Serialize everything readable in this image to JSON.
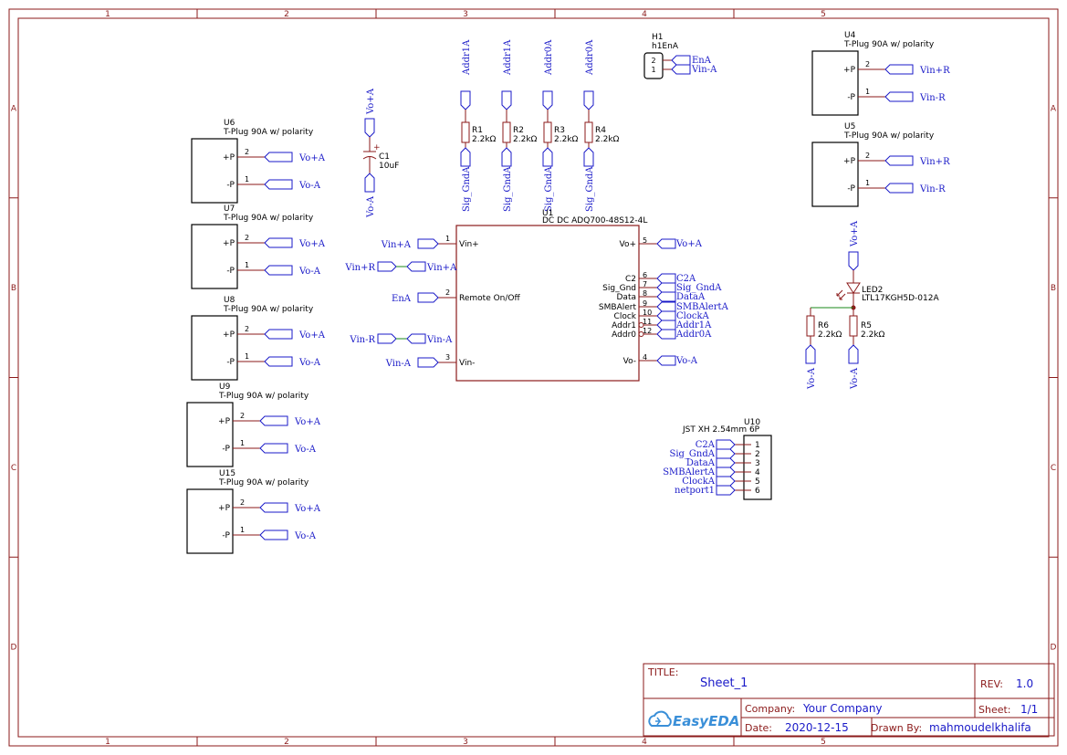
{
  "frame": {
    "columns": [
      "1",
      "2",
      "3",
      "4",
      "5"
    ],
    "rows": [
      "A",
      "B",
      "C",
      "D"
    ]
  },
  "plugs": [
    {
      "ref": "U6",
      "value": "T-Plug 90A w/ polarity",
      "pins": [
        {
          "num": "2",
          "name": "+P",
          "net": "Vo+A"
        },
        {
          "num": "1",
          "name": "-P",
          "net": "Vo-A"
        }
      ]
    },
    {
      "ref": "U7",
      "value": "T-Plug 90A w/ polarity",
      "pins": [
        {
          "num": "2",
          "name": "+P",
          "net": "Vo+A"
        },
        {
          "num": "1",
          "name": "-P",
          "net": "Vo-A"
        }
      ]
    },
    {
      "ref": "U8",
      "value": "T-Plug 90A w/ polarity",
      "pins": [
        {
          "num": "2",
          "name": "+P",
          "net": "Vo+A"
        },
        {
          "num": "1",
          "name": "-P",
          "net": "Vo-A"
        }
      ]
    },
    {
      "ref": "U9",
      "value": "T-Plug 90A w/ polarity",
      "pins": [
        {
          "num": "2",
          "name": "+P",
          "net": "Vo+A"
        },
        {
          "num": "1",
          "name": "-P",
          "net": "Vo-A"
        }
      ]
    },
    {
      "ref": "U15",
      "value": "T-Plug 90A w/ polarity",
      "pins": [
        {
          "num": "2",
          "name": "+P",
          "net": "Vo+A"
        },
        {
          "num": "1",
          "name": "-P",
          "net": "Vo-A"
        }
      ]
    },
    {
      "ref": "U4",
      "value": "T-Plug 90A w/ polarity",
      "pins": [
        {
          "num": "2",
          "name": "+P",
          "net": "Vin+R"
        },
        {
          "num": "1",
          "name": "-P",
          "net": "Vin-R"
        }
      ]
    },
    {
      "ref": "U5",
      "value": "T-Plug 90A w/ polarity",
      "pins": [
        {
          "num": "2",
          "name": "+P",
          "net": "Vin+R"
        },
        {
          "num": "1",
          "name": "-P",
          "net": "Vin-R"
        }
      ]
    }
  ],
  "cap": {
    "ref": "C1",
    "value": "10uF",
    "plus": "+",
    "net_top": "Vo+A",
    "net_bottom": "Vo-A"
  },
  "resistors": [
    {
      "ref": "R1",
      "value": "2.2kΩ",
      "net_top": "Addr1A",
      "net_bottom": "Sig_GndA"
    },
    {
      "ref": "R2",
      "value": "2.2kΩ",
      "net_top": "Addr1A",
      "net_bottom": "Sig_GndA"
    },
    {
      "ref": "R3",
      "value": "2.2kΩ",
      "net_top": "Addr0A",
      "net_bottom": "Sig_GndA"
    },
    {
      "ref": "R4",
      "value": "2.2kΩ",
      "net_top": "Addr0A",
      "net_bottom": "Sig_GndA"
    }
  ],
  "header": {
    "ref": "H1",
    "value": "h1EnA",
    "pins": [
      {
        "num": "2",
        "net": "EnA"
      },
      {
        "num": "1",
        "net": "Vin-A"
      }
    ]
  },
  "converter": {
    "ref": "U1",
    "value": "DC DC ADQ700-48S12-4L",
    "left_pins": [
      {
        "num": "1",
        "name": "Vin+",
        "net": "Vin+A"
      },
      {
        "num": "2",
        "name": "Remote On/Off",
        "net": "EnA"
      },
      {
        "num": "3",
        "name": "Vin-",
        "net": "Vin-A"
      }
    ],
    "right_pins": [
      {
        "num": "5",
        "name": "Vo+",
        "net": "Vo+A"
      },
      {
        "num": "6",
        "name": "C2",
        "net": "C2A"
      },
      {
        "num": "7",
        "name": "Sig_Gnd",
        "net": "Sig_GndA"
      },
      {
        "num": "8",
        "name": "Data",
        "net": "DataA"
      },
      {
        "num": "9",
        "name": "SMBAlert",
        "net": "SMBAlertA"
      },
      {
        "num": "10",
        "name": "Clock",
        "net": "ClockA"
      },
      {
        "num": "11",
        "name": "Addr1",
        "net": "Addr1A"
      },
      {
        "num": "12",
        "name": "Addr0",
        "net": "Addr0A"
      },
      {
        "num": "4",
        "name": "Vo-",
        "net": "Vo-A"
      }
    ],
    "link1": {
      "from": "Vin+R",
      "to": "Vin+A"
    },
    "link2": {
      "from": "Vin-R",
      "to": "Vin-A"
    }
  },
  "led": {
    "ref": "LED2",
    "value": "LTL17KGH5D-012A",
    "net_top": "Vo+A"
  },
  "led_resistors": [
    {
      "ref": "R6",
      "value": "2.2kΩ",
      "net_bottom": "Vo-A"
    },
    {
      "ref": "R5",
      "value": "2.2kΩ",
      "net_bottom": "Vo-A"
    }
  ],
  "jst": {
    "ref": "U10",
    "value": "JST XH 2.54mm 6P",
    "pins": [
      {
        "num": "1",
        "net": "C2A"
      },
      {
        "num": "2",
        "net": "Sig_GndA"
      },
      {
        "num": "3",
        "net": "DataA"
      },
      {
        "num": "4",
        "net": "SMBAlertA"
      },
      {
        "num": "5",
        "net": "ClockA"
      },
      {
        "num": "6",
        "net": "netport1"
      }
    ]
  },
  "title_block": {
    "title_label": "TITLE:",
    "title": "Sheet_1",
    "rev_label": "REV:",
    "rev": "1.0",
    "company_label": "Company:",
    "company": "Your Company",
    "sheet_label": "Sheet:",
    "sheet": "1/1",
    "date_label": "Date:",
    "date": "2020-12-15",
    "drawn_label": "Drawn By:",
    "drawn": "mahmoudelkhalifa",
    "logo": "EasyEDA"
  },
  "colors": {
    "frame": "#8b1a1a",
    "net": "#1a1ac8",
    "wire": "#1a8a1a",
    "text": "#000000",
    "title": "#1a1ac8"
  }
}
